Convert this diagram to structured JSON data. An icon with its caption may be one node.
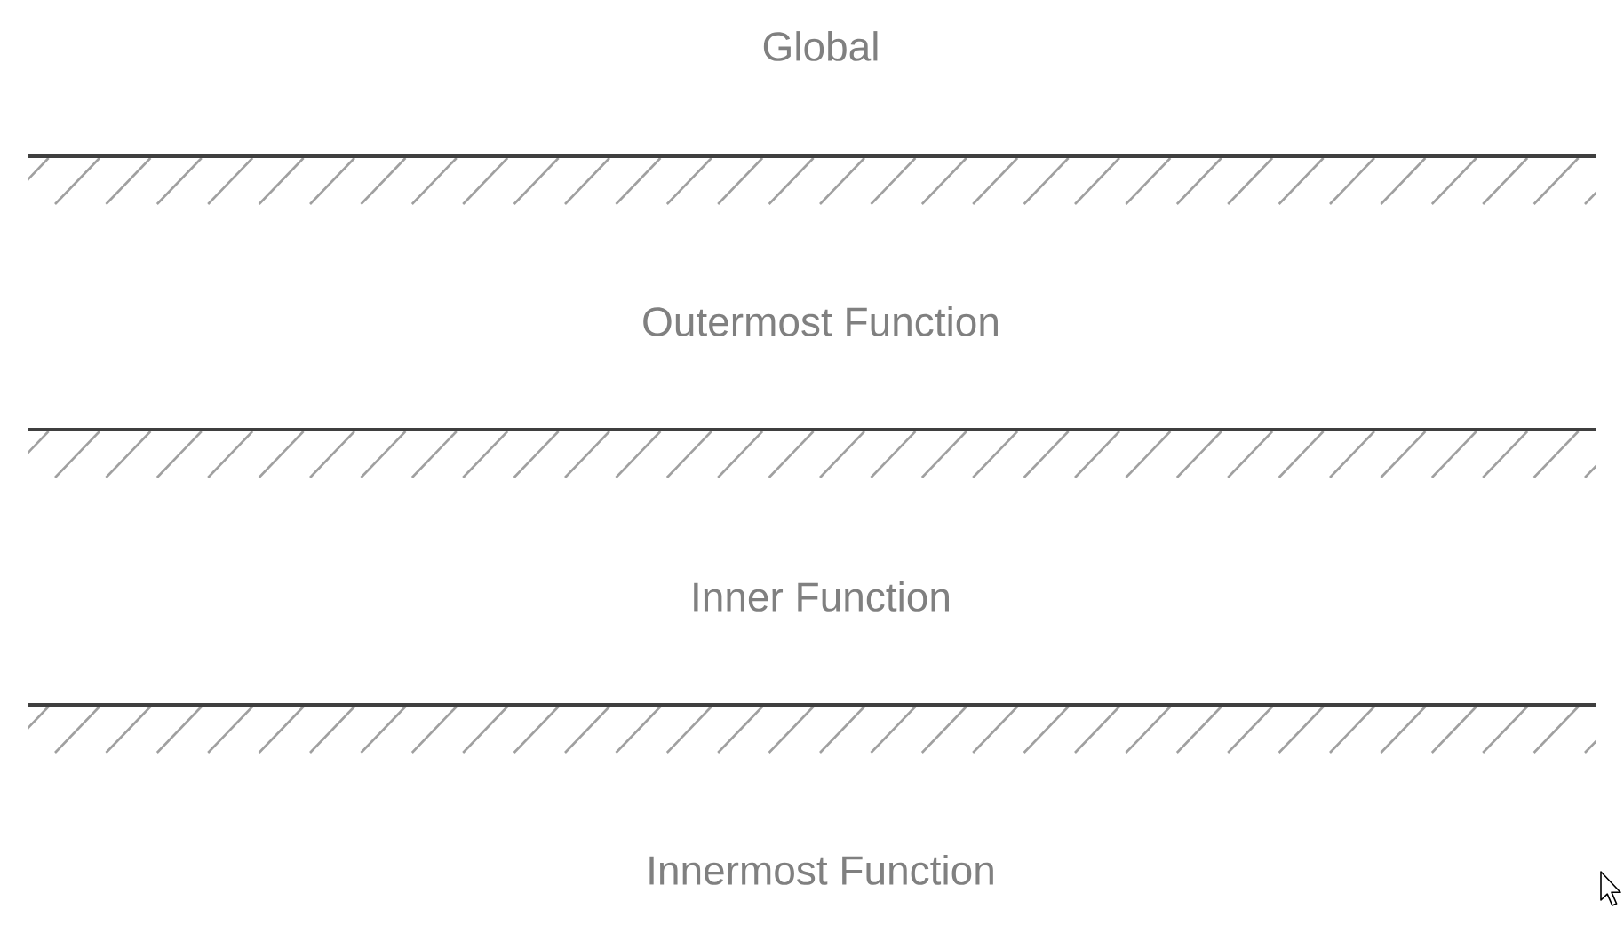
{
  "diagram": {
    "labels": [
      "Global",
      "Outermost Function",
      "Inner Function",
      "Innermost Function"
    ]
  }
}
